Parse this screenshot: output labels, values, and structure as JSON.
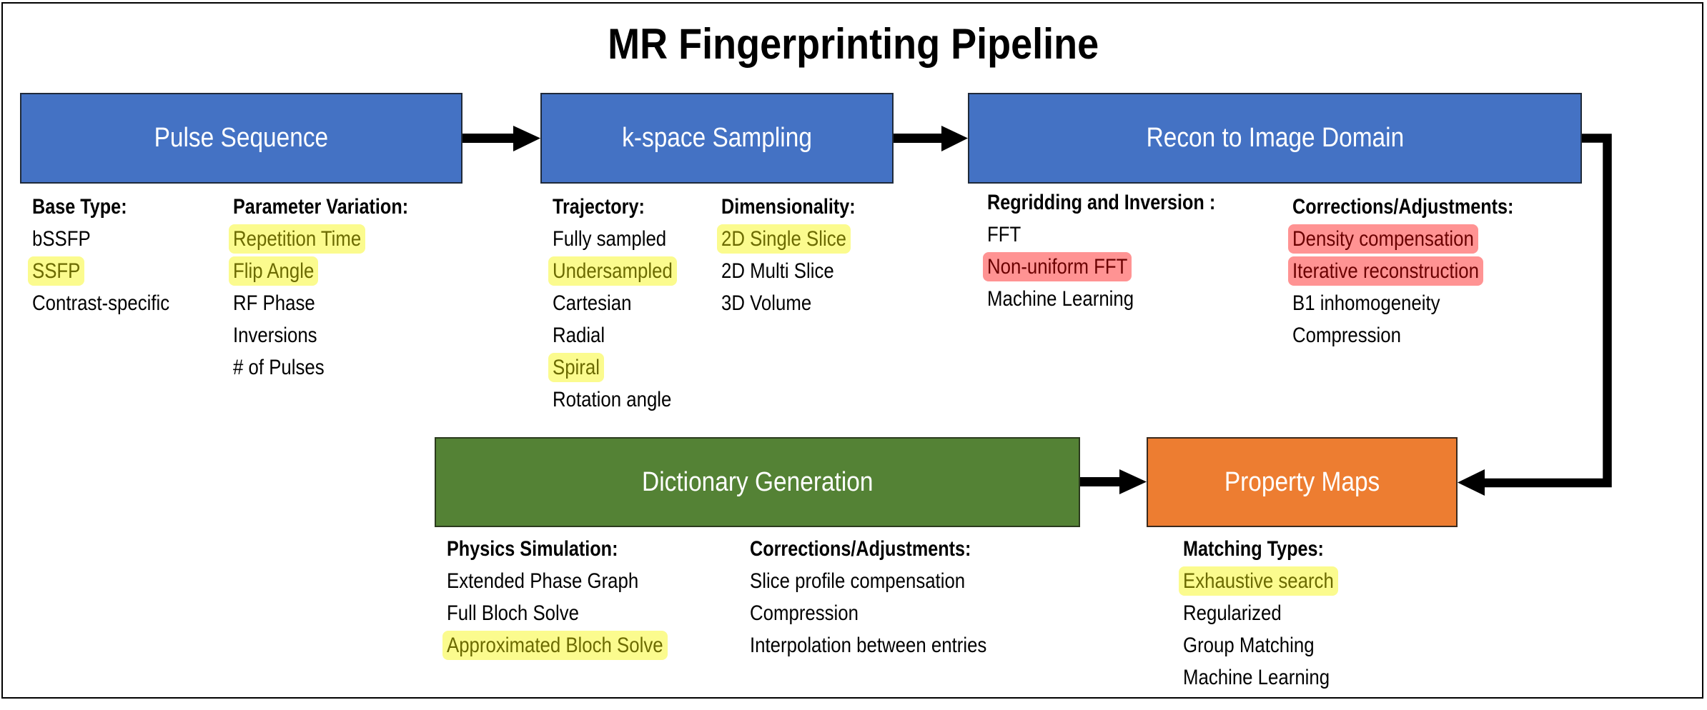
{
  "title": "MR Fingerprinting Pipeline",
  "colors": {
    "stage_blue": "#4472C4",
    "stage_green": "#548235",
    "stage_orange": "#ED7D31",
    "highlight_yellow": "#FBFB8E",
    "highlight_yellow_text": "#6B6A00",
    "highlight_red": "#FF9393",
    "highlight_red_text": "#6A0000"
  },
  "stages": {
    "pulse_sequence": {
      "label": "Pulse Sequence",
      "columns": [
        {
          "header": "Base Type:",
          "items": [
            {
              "text": "bSSFP",
              "highlight": "none"
            },
            {
              "text": "SSFP",
              "highlight": "yellow"
            },
            {
              "text": "Contrast-specific",
              "highlight": "none"
            }
          ]
        },
        {
          "header": "Parameter Variation:",
          "items": [
            {
              "text": "Repetition Time",
              "highlight": "yellow"
            },
            {
              "text": "Flip Angle",
              "highlight": "yellow"
            },
            {
              "text": "RF Phase",
              "highlight": "none"
            },
            {
              "text": "Inversions",
              "highlight": "none"
            },
            {
              "text": "# of Pulses",
              "highlight": "none"
            }
          ]
        }
      ]
    },
    "kspace_sampling": {
      "label": "k-space Sampling",
      "columns": [
        {
          "header": "Trajectory:",
          "items": [
            {
              "text": "Fully sampled",
              "highlight": "none"
            },
            {
              "text": "Undersampled",
              "highlight": "yellow"
            },
            {
              "text": "Cartesian",
              "highlight": "none"
            },
            {
              "text": "Radial",
              "highlight": "none"
            },
            {
              "text": "Spiral",
              "highlight": "yellow"
            },
            {
              "text": "Rotation angle",
              "highlight": "none"
            }
          ]
        },
        {
          "header": "Dimensionality:",
          "items": [
            {
              "text": "2D Single Slice",
              "highlight": "yellow"
            },
            {
              "text": "2D Multi Slice",
              "highlight": "none"
            },
            {
              "text": "3D Volume",
              "highlight": "none"
            }
          ]
        }
      ]
    },
    "recon": {
      "label": "Recon to Image Domain",
      "columns": [
        {
          "header": "Regridding and Inversion :",
          "items": [
            {
              "text": "FFT",
              "highlight": "none"
            },
            {
              "text": "Non-uniform FFT",
              "highlight": "red"
            },
            {
              "text": "Machine Learning",
              "highlight": "none"
            }
          ]
        },
        {
          "header": "Corrections/Adjustments:",
          "items": [
            {
              "text": "Density compensation",
              "highlight": "red"
            },
            {
              "text": "Iterative reconstruction",
              "highlight": "red"
            },
            {
              "text": "B1 inhomogeneity",
              "highlight": "none"
            },
            {
              "text": "Compression",
              "highlight": "none"
            }
          ]
        }
      ]
    },
    "dictionary": {
      "label": "Dictionary Generation",
      "columns": [
        {
          "header": "Physics Simulation:",
          "items": [
            {
              "text": "Extended Phase Graph",
              "highlight": "none"
            },
            {
              "text": "Full Bloch Solve",
              "highlight": "none"
            },
            {
              "text": "Approximated Bloch Solve",
              "highlight": "yellow"
            }
          ]
        },
        {
          "header": "Corrections/Adjustments:",
          "items": [
            {
              "text": "Slice profile compensation",
              "highlight": "none"
            },
            {
              "text": "Compression",
              "highlight": "none"
            },
            {
              "text": "Interpolation between entries",
              "highlight": "none"
            }
          ]
        }
      ]
    },
    "property_maps": {
      "label": "Property Maps",
      "columns": [
        {
          "header": "Matching Types:",
          "items": [
            {
              "text": "Exhaustive search",
              "highlight": "yellow"
            },
            {
              "text": "Regularized",
              "highlight": "none"
            },
            {
              "text": "Group Matching",
              "highlight": "none"
            },
            {
              "text": "Machine Learning",
              "highlight": "none"
            }
          ]
        }
      ]
    }
  },
  "flow": [
    {
      "from": "Pulse Sequence",
      "to": "k-space Sampling"
    },
    {
      "from": "k-space Sampling",
      "to": "Recon to Image Domain"
    },
    {
      "from": "Recon to Image Domain",
      "to": "Property Maps"
    },
    {
      "from": "Dictionary Generation",
      "to": "Property Maps"
    }
  ]
}
